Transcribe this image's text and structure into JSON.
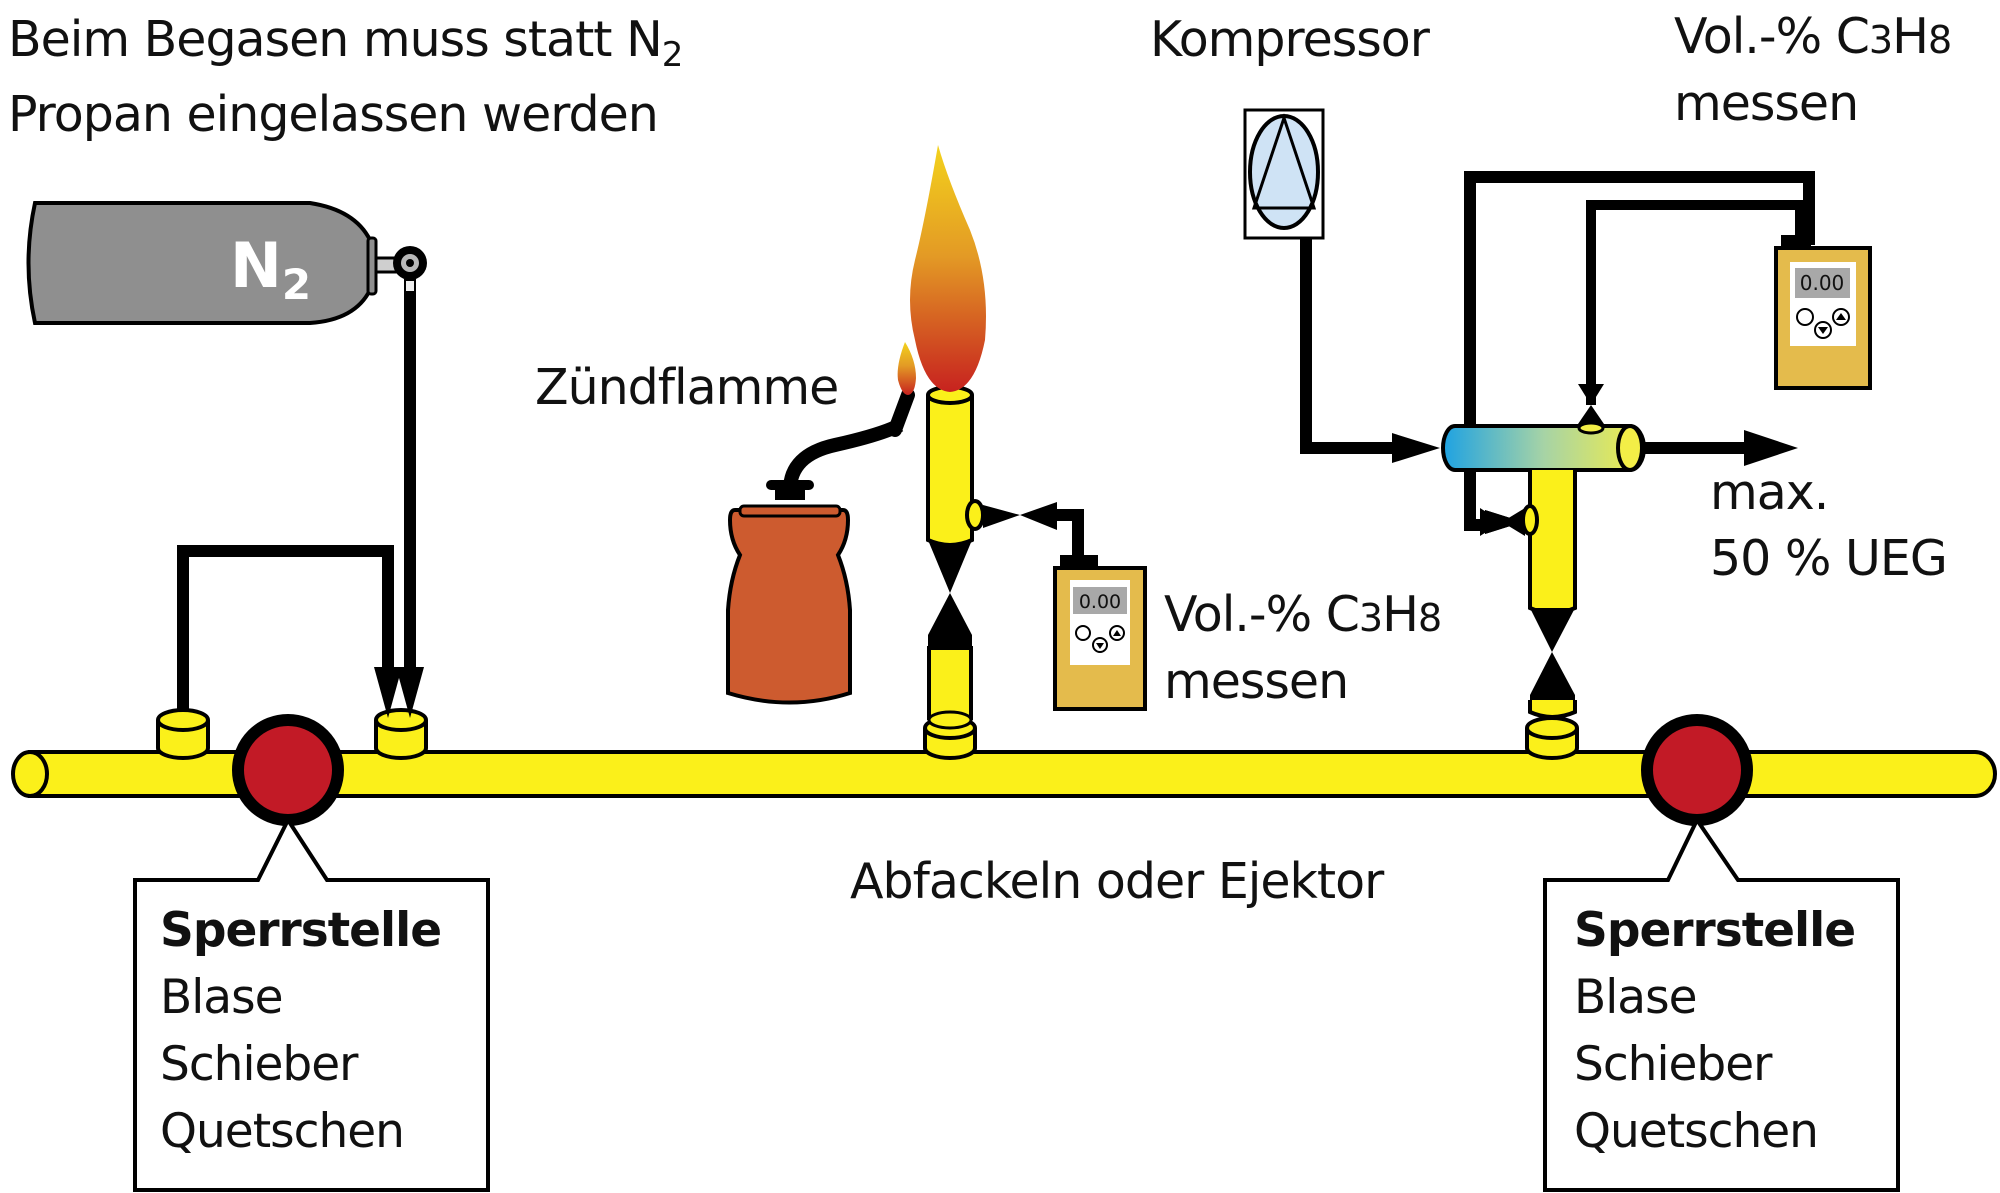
{
  "title": "Begasen / Entgasen einer Gasleitung mit Propan",
  "labels": {
    "intro_line1": "Beim Begasen muss statt N",
    "intro_line1_sub": "2",
    "intro_line2": "Propan eingelassen werden",
    "compressor": "Kompressor",
    "pilot_flame": "Zündflamme",
    "flare_or_ejector": "Abfackeln oder Ejektor",
    "max_line1": "max.",
    "max_line2": "50 % UEG"
  },
  "n2_cylinder": {
    "label": "N",
    "label_sub": "2",
    "color": "#8f8f8f"
  },
  "propane_cylinder": {
    "color": "#cd5b2f"
  },
  "gas_meters": [
    {
      "id": "meter-flare",
      "display": "0.00",
      "caption_line1": "Vol.-% C",
      "caption_sub1": "3",
      "caption_mid": "H",
      "caption_sub2": "8",
      "caption_line2": "messen",
      "buttons": [
        "power",
        "down",
        "up"
      ]
    },
    {
      "id": "meter-ejector",
      "display": "0.00",
      "caption_line1": "Vol.-% C",
      "caption_sub1": "3",
      "caption_mid": "H",
      "caption_sub2": "8",
      "caption_line2": "messen",
      "buttons": [
        "power",
        "down",
        "up"
      ]
    }
  ],
  "shutoff_points": [
    {
      "title": "Sperrstelle",
      "items": [
        "Blase",
        "Schieber",
        "Quetschen"
      ]
    },
    {
      "title": "Sperrstelle",
      "items": [
        "Blase",
        "Schieber",
        "Quetschen"
      ]
    }
  ],
  "colors": {
    "pipe_yellow": "#fbf01a",
    "shutoff_red": "#c21a26",
    "meter_body": "#e4bb4c",
    "meter_display": "#a8a8a8",
    "compressor_fill": "#cfe3f5",
    "flame_top": "#f3d21c",
    "flame_bottom": "#c7221f",
    "ejector_left": "#1ea2e2",
    "ejector_right": "#f3ee47",
    "line": "#000000"
  }
}
